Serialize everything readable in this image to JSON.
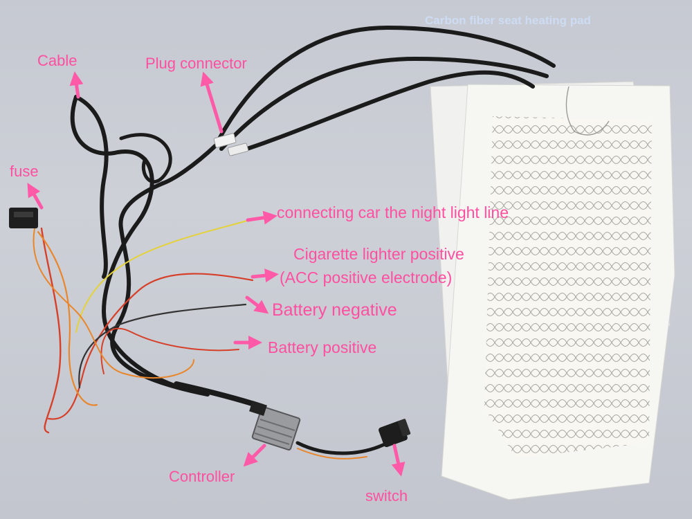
{
  "watermark": "Carbon fiber seat heating pad",
  "labels": {
    "cable": "Cable",
    "plug_connector": "Plug connector",
    "fuse": "fuse",
    "night_light_line": "connecting car the night light line",
    "cigarette_positive": "Cigarette lighter positive",
    "acc_positive": "(ACC positive electrode)",
    "battery_negative": "Battery negative",
    "battery_positive": "Battery positive",
    "controller": "Controller",
    "switch": "switch"
  },
  "colors": {
    "label_text": "#ff4fa0",
    "arrow": "#ff5aa8",
    "background": "#c9ccd4",
    "pad_backing": "#f4f4f2",
    "pad_felt": "#f7f6ef",
    "heating_wire": "#9a9a96",
    "cable_black": "#1a1a1a",
    "wire_yellow": "#e5d23a",
    "wire_red": "#d6402a",
    "wire_orange": "#e9862b"
  }
}
